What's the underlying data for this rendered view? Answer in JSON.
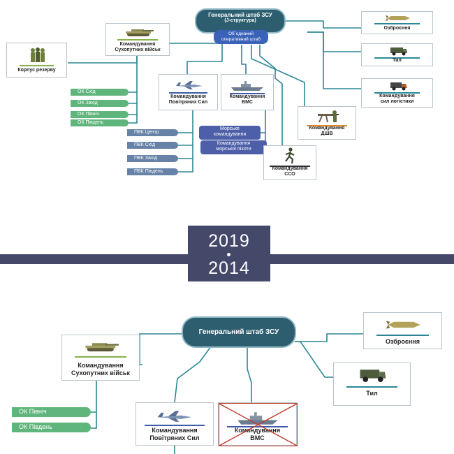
{
  "colors": {
    "teal_line": "#2b8796",
    "hq_fill": "#2c5e6f",
    "year_band": "#44496a",
    "green_pill": "#5fb57b",
    "blue_pill": "#6682a6",
    "navy_pill": "#4d5fa8",
    "cross": "#c0392b"
  },
  "top": {
    "hq_title": "Генеральний штаб ЗСУ",
    "hq_subtitle": "(J-структура)",
    "joint_hq": "Об`єднаний\nоперативний штаб",
    "land_forces": "Командування\nСухопутних військ",
    "reserve": "Корпус резерву",
    "ok": [
      "ОК Схід",
      "ОК Захід",
      "ОК Північ",
      "ОК Південь"
    ],
    "air_force": "Командування\nПовітряних Сил",
    "navy": "Командування\nВМС",
    "pvk": [
      "ПВК Центр",
      "ПВК Схід",
      "ПВК Захід",
      "ПВК Південь"
    ],
    "marine_cmd": "Морське\nкомандування",
    "marines_cmd": "Командування\nморської піхоти",
    "dshv": "Командування\nДШВ",
    "sso": "Командування\nССО",
    "armament": "Озброєння",
    "rear": "Тил",
    "logistics": "Командування\nсил логістики"
  },
  "years": {
    "upper": "2019",
    "lower": "2014"
  },
  "bottom": {
    "hq_title": "Генеральний штаб ЗСУ",
    "land_forces": "Командування\nСухопутних військ",
    "ok": [
      "ОК Північ",
      "ОК Південь"
    ],
    "air_force": "Командування\nПовітряних Сил",
    "navy": "Командування\nВМС",
    "armament": "Озброєння",
    "rear": "Тил"
  },
  "icons": [
    "tank-icon",
    "soldiers-icon",
    "jet-icon",
    "warship-icon",
    "missile-icon",
    "truck-icon",
    "logistics-truck-icon",
    "machine-gun-icon",
    "running-soldier-icon",
    "cross-out-icon"
  ]
}
